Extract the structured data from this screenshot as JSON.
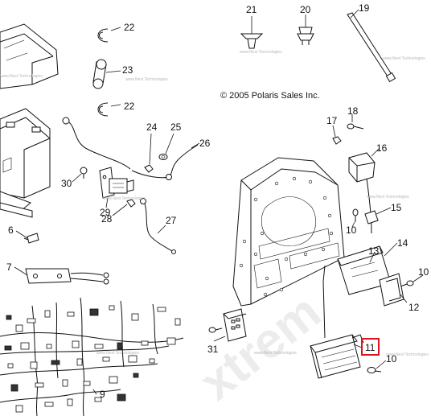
{
  "copyright": "© 2005 Polaris Sales Inc.",
  "highlighted_callout": "11",
  "callouts": [
    "22",
    "23",
    "22",
    "24",
    "25",
    "26",
    "30",
    "29",
    "28",
    "27",
    "6",
    "7",
    "9",
    "21",
    "20",
    "19",
    "18",
    "17",
    "16",
    "15",
    "10",
    "14",
    "13",
    "10",
    "12",
    "31",
    "11",
    "10"
  ],
  "watermark_small": "www.Next Technologies",
  "watermark_big": "xtrem"
}
